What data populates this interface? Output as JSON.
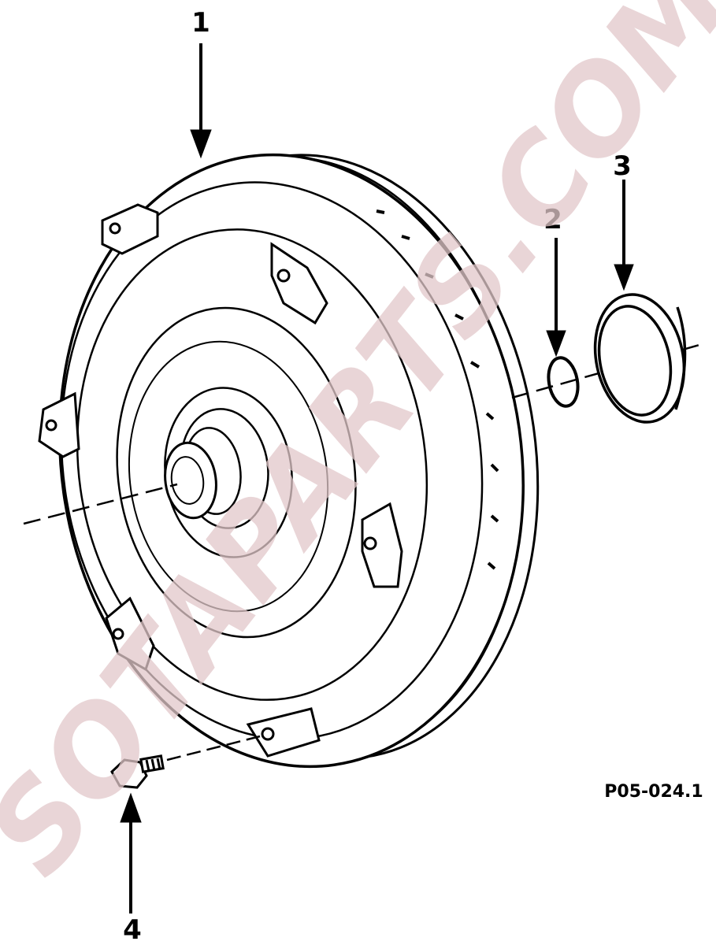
{
  "diagram": {
    "callouts": [
      {
        "id": "callout-1",
        "label": "1"
      },
      {
        "id": "callout-2",
        "label": "2"
      },
      {
        "id": "callout-3",
        "label": "3"
      },
      {
        "id": "callout-4",
        "label": "4"
      }
    ],
    "figure_ref": "P05-024.1",
    "watermark": "SOTAPARTS.COM",
    "colors": {
      "line": "#000000",
      "background": "#ffffff",
      "watermark": "#e2c8ca"
    }
  }
}
